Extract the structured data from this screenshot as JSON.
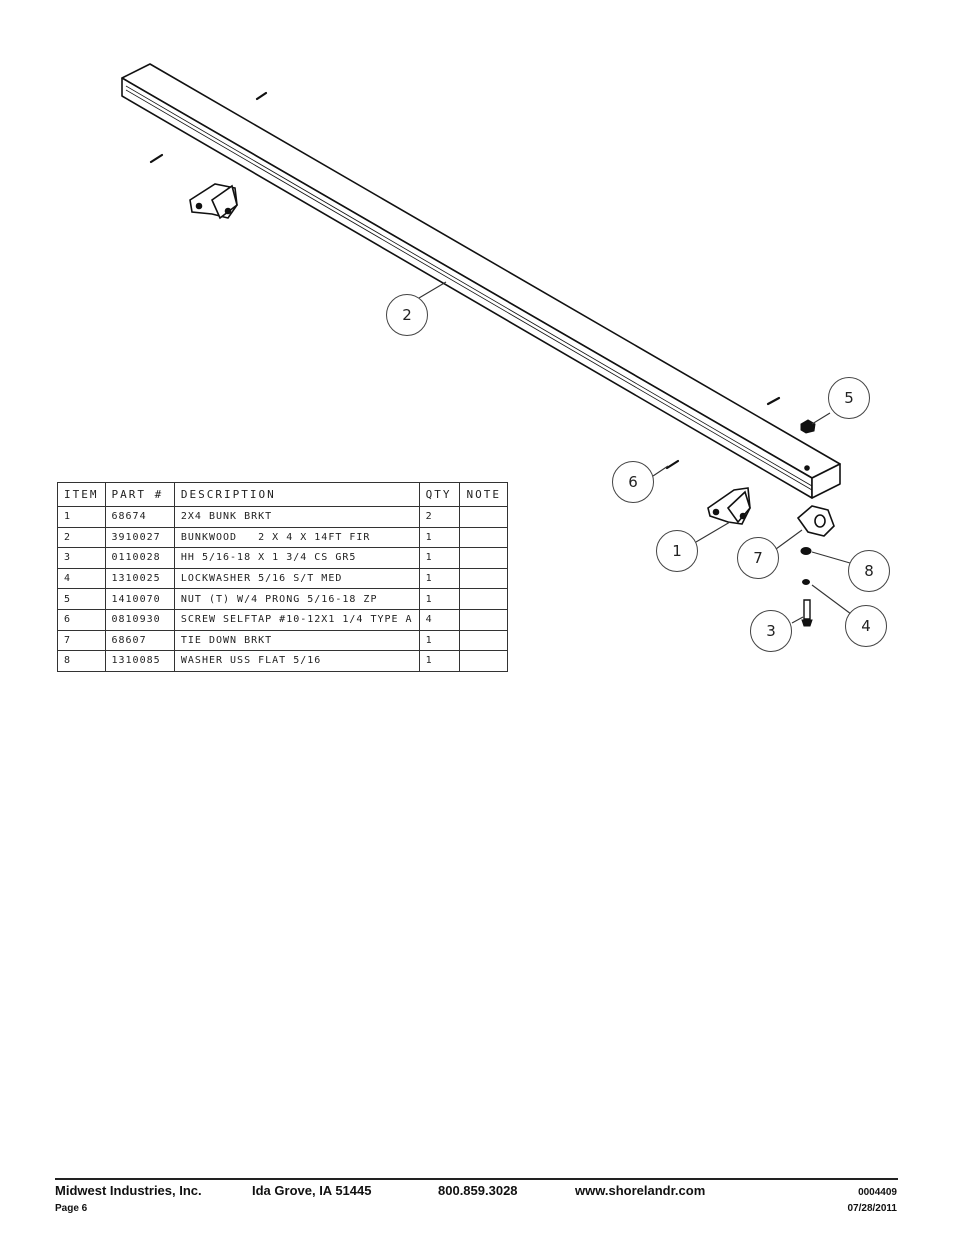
{
  "callouts": [
    "1",
    "2",
    "3",
    "4",
    "5",
    "6",
    "7",
    "8"
  ],
  "table": {
    "headers": [
      "ITEM",
      "PART #",
      "DESCRIPTION",
      "QTY",
      "NOTE"
    ],
    "rows": [
      [
        "1",
        "68674",
        "2X4 BUNK BRKT",
        "2",
        ""
      ],
      [
        "2",
        "3910027",
        "BUNKWOOD   2 X 4 X 14FT FIR",
        "1",
        ""
      ],
      [
        "3",
        "0110028",
        "HH 5/16-18 X 1 3/4 CS GR5",
        "1",
        ""
      ],
      [
        "4",
        "1310025",
        "LOCKWASHER 5/16 S/T MED",
        "1",
        ""
      ],
      [
        "5",
        "1410070",
        "NUT (T) W/4 PRONG 5/16-18 ZP",
        "1",
        ""
      ],
      [
        "6",
        "0810930",
        "SCREW SELFTAP #10-12X1 1/4 TYPE A",
        "4",
        ""
      ],
      [
        "7",
        "68607",
        "TIE DOWN BRKT",
        "1",
        ""
      ],
      [
        "8",
        "1310085",
        "WASHER USS FLAT 5/16",
        "1",
        ""
      ]
    ]
  },
  "footer": {
    "company": "Midwest Industries, Inc.",
    "location": "Ida Grove, IA  51445",
    "phone": "800.859.3028",
    "website": "www.shorelandr.com",
    "doc_number": "0004409",
    "page": "Page 6",
    "date": "07/28/2011"
  }
}
